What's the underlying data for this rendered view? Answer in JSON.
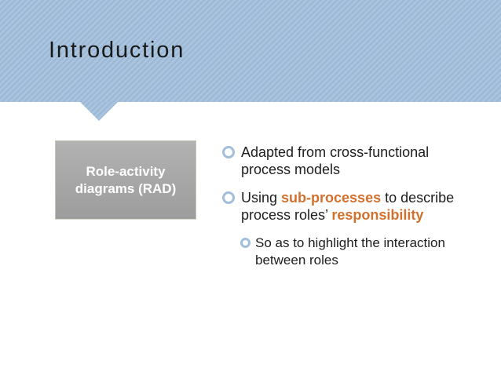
{
  "slide": {
    "title": "Introduction",
    "colors": {
      "band_light": "#aac5df",
      "band_dark": "#9db9d5",
      "bullet_ring": "#a2bedd",
      "accent_orange": "#d2702e",
      "box_gray": "#a6a6a6",
      "box_text": "#ffffff",
      "title_text": "#191919",
      "body_text": "#1d1d1d"
    },
    "rad_box": {
      "line1": "Role-activity",
      "line2": "diagrams (RAD)"
    },
    "bullets": [
      {
        "level": 1,
        "segments": [
          {
            "text": "Adapted from cross-functional process models",
            "style": "normal"
          }
        ]
      },
      {
        "level": 1,
        "segments": [
          {
            "text": "Using ",
            "style": "normal"
          },
          {
            "text": "sub-processes",
            "style": "accent"
          },
          {
            "text": " to describe process roles’ ",
            "style": "normal"
          },
          {
            "text": "responsibility",
            "style": "accent"
          }
        ]
      },
      {
        "level": 2,
        "segments": [
          {
            "text": "So as to highlight the interaction between roles",
            "style": "normal"
          }
        ]
      }
    ]
  }
}
